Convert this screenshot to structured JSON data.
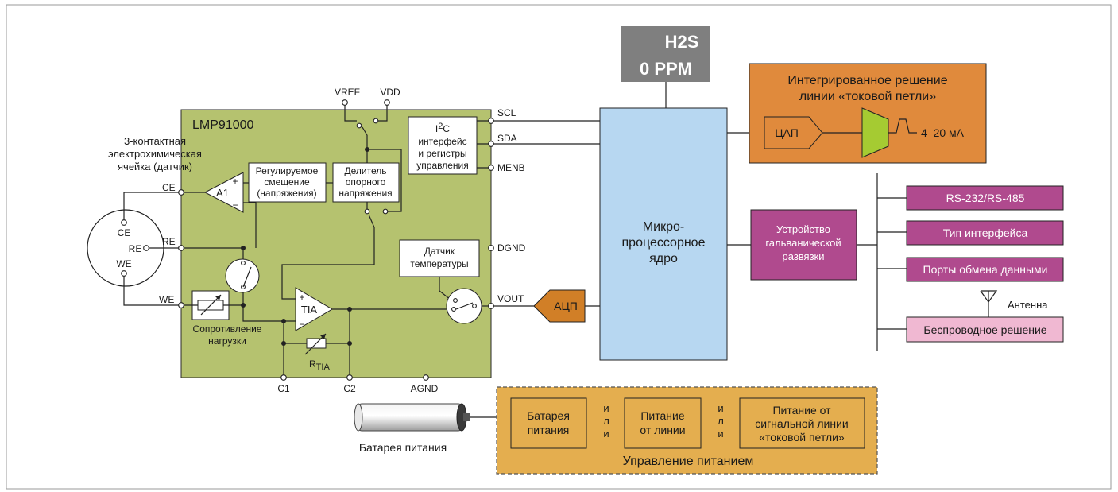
{
  "colors": {
    "chip": "#b5c26f",
    "h2s": "#7f7f7f",
    "loop": "#e08a3c",
    "mcu": "#b7d7f1",
    "magenta": "#b04a8e",
    "wireless": "#f0b8d2",
    "adc": "#d17f27",
    "power": "#e4ae4f",
    "dac_amp": "#a5cb32"
  },
  "chip": {
    "name": "LMP91000",
    "a1": "A1",
    "tia": "TIA",
    "bias_box": [
      "Регулируемое",
      "смещение",
      "(напряжения)"
    ],
    "ref_divider_box": [
      "Делитель",
      "опорного",
      "напряжения"
    ],
    "i2c_box": {
      "i2": "I",
      "sup": "2",
      "c": "C",
      "lines": [
        "интерфейс",
        "и регистры",
        "управления"
      ]
    },
    "temp_sensor_box": [
      "Датчик",
      "температуры"
    ],
    "load_resistor_label": [
      "Сопротивление",
      "нагрузки"
    ],
    "rtia_main": "R",
    "rtia_sub": "TIA",
    "pins": {
      "vref": "VREF",
      "vdd": "VDD",
      "scl": "SCL",
      "sda": "SDA",
      "menb": "MENB",
      "dgnd": "DGND",
      "vout": "VOUT",
      "agnd": "AGND",
      "c1": "C1",
      "c2": "C2",
      "ce": "CE",
      "re": "RE",
      "we": "WE"
    }
  },
  "sensor": {
    "label": [
      "3-контактная",
      "электрохимическая",
      "ячейка (датчик)"
    ],
    "ce": "CE",
    "re": "RE",
    "we": "WE"
  },
  "h2s": {
    "line1": "H2S",
    "line2": "0 PPM"
  },
  "mcu": [
    "Микро-",
    "процессорное",
    "ядро"
  ],
  "adc": "АЦП",
  "loop": {
    "title": [
      "Интегрированное решение",
      "линии «токовой петли»"
    ],
    "dac": "ЦАП",
    "range": "4–20 мА"
  },
  "isolation": [
    "Устройство",
    "гальванической",
    "развязки"
  ],
  "interfaces": {
    "rs": "RS-232/RS-485",
    "type": "Тип интерфейса",
    "ports": "Порты обмена данными",
    "antenna": "Антенна",
    "wireless": "Беспроводное решение"
  },
  "battery_label": "Батарея питания",
  "power": {
    "title": "Управление питанием",
    "battery": [
      "Батарея",
      "питания"
    ],
    "line": [
      "Питание",
      "от линии"
    ],
    "loop": [
      "Питание от",
      "сигнальной линии",
      "«токовой петли»"
    ],
    "or1": [
      "и",
      "л",
      "и"
    ],
    "or2": [
      "и",
      "л",
      "и"
    ]
  }
}
